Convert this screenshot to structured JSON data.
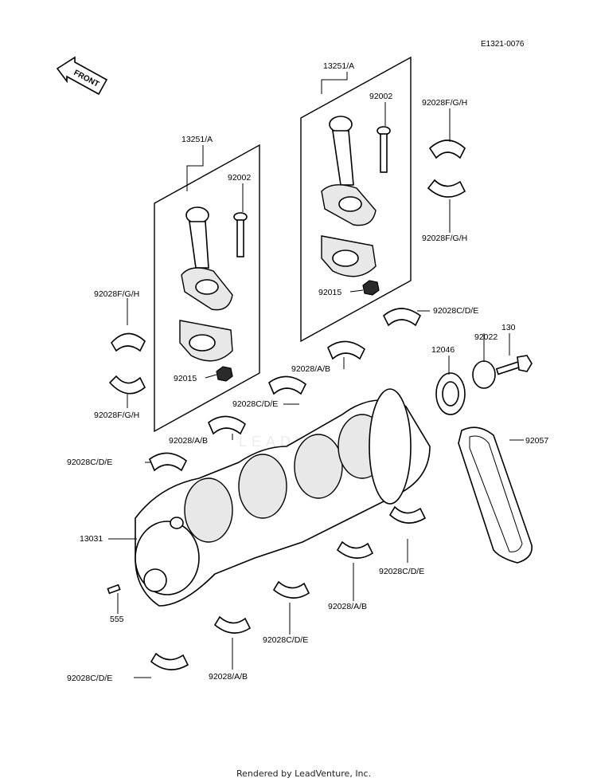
{
  "reference_code": "E1321-0076",
  "front_marker": "FRONT",
  "credit": "Rendered by LeadVenture, Inc.",
  "watermark": "LEADVENTURE",
  "labels": {
    "conrod_left": "13251/A",
    "conrod_right": "13251/A",
    "bolt_left": "92002",
    "bolt_right": "92002",
    "nut_left": "92015",
    "nut_right": "92015",
    "bearing_fgh_left_top": "92028F/G/H",
    "bearing_fgh_left_bottom": "92028F/G/H",
    "bearing_fgh_right_top": "92028F/G/H",
    "bearing_fgh_right_bottom": "92028F/G/H",
    "bearing_cde_1": "92028C/D/E",
    "bearing_ab_1": "92028/A/B",
    "bearing_cde_2": "92028C/D/E",
    "bearing_ab_2": "92028/A/B",
    "bearing_cde_3": "92028C/D/E",
    "washer": "92022",
    "bolt_130": "130",
    "sprocket": "12046",
    "chain": "92057",
    "crankshaft": "13031",
    "pin": "555",
    "bearing_cde_4": "92028C/D/E",
    "bearing_ab_3": "92028/A/B",
    "bearing_cde_5": "92028C/D/E",
    "bearing_ab_4": "92028/A/B",
    "bearing_cde_6": "92028C/D/E"
  }
}
